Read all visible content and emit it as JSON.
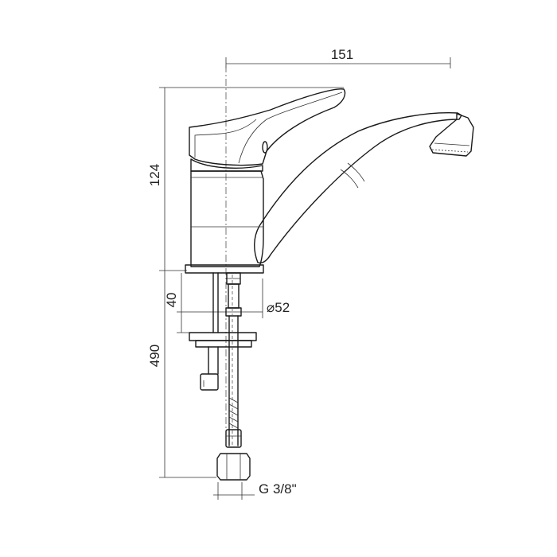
{
  "dimensions": {
    "spout_reach": "151",
    "total_height": "124",
    "base_height": "40",
    "hose_length": "490",
    "base_diameter": "⌀52",
    "thread": "G 3/8\""
  },
  "colors": {
    "line": "#1a1a1a",
    "background": "#ffffff"
  }
}
